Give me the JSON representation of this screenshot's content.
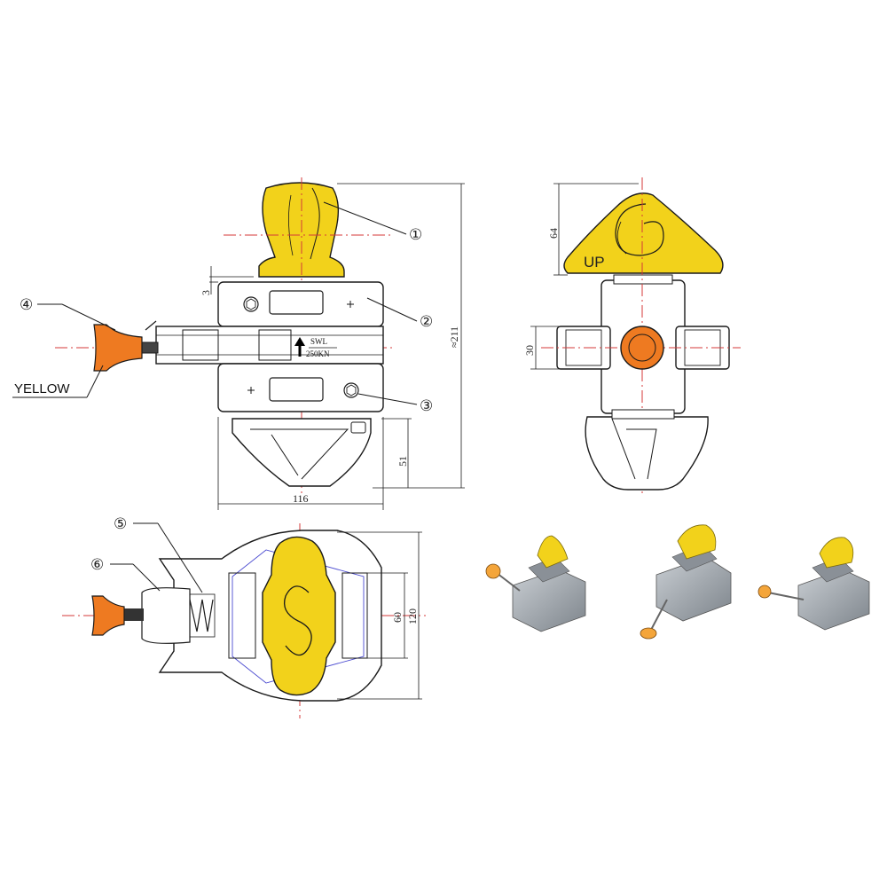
{
  "colors": {
    "yellow": "#f2d21b",
    "orange": "#ee7a21",
    "line": "#1a1a1a",
    "center_line": "#d43a3a",
    "hidden_line": "#4a4ad0",
    "metal": "#9aa0a6"
  },
  "callouts": {
    "c1": "①",
    "c2": "②",
    "c3": "③",
    "c4": "④",
    "c5": "⑤",
    "c6": "⑥"
  },
  "labels": {
    "yellow": "YELLOW",
    "up": "UP",
    "swl": "SWL",
    "load": "250KN"
  },
  "dimensions": {
    "top_gap": "3",
    "total_height": "≈211",
    "width": "116",
    "lower_height": "51",
    "cone_height": "64",
    "shaft_width": "30",
    "plan_inner": "60",
    "plan_outer": "120"
  },
  "icons": {
    "arrow": "up-arrow-icon",
    "bolt": "hex-bolt-icon",
    "plus": "plus-mark-icon",
    "spring": "spring-icon",
    "swirl": "swirl-mark-icon"
  }
}
